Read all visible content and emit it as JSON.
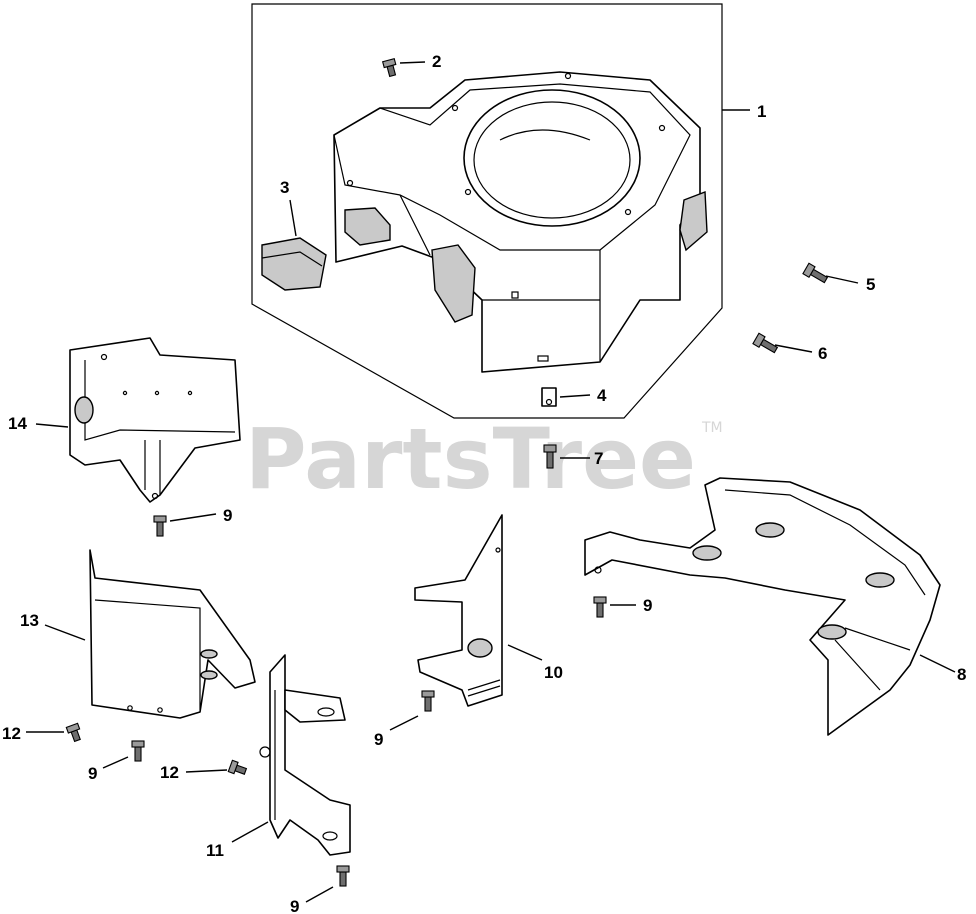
{
  "watermark": {
    "brand": "PartsTree",
    "trademark": "TM"
  },
  "callouts": [
    {
      "id": "c1",
      "label": "1"
    },
    {
      "id": "c2",
      "label": "2"
    },
    {
      "id": "c3",
      "label": "3"
    },
    {
      "id": "c4",
      "label": "4"
    },
    {
      "id": "c5",
      "label": "5"
    },
    {
      "id": "c6",
      "label": "6"
    },
    {
      "id": "c7",
      "label": "7"
    },
    {
      "id": "c8",
      "label": "8"
    },
    {
      "id": "c9a",
      "label": "9"
    },
    {
      "id": "c9b",
      "label": "9"
    },
    {
      "id": "c9c",
      "label": "9"
    },
    {
      "id": "c9d",
      "label": "9"
    },
    {
      "id": "c9e",
      "label": "9"
    },
    {
      "id": "c10",
      "label": "10"
    },
    {
      "id": "c11",
      "label": "11"
    },
    {
      "id": "c12a",
      "label": "12"
    },
    {
      "id": "c12b",
      "label": "12"
    },
    {
      "id": "c13",
      "label": "13"
    },
    {
      "id": "c14",
      "label": "14"
    }
  ]
}
